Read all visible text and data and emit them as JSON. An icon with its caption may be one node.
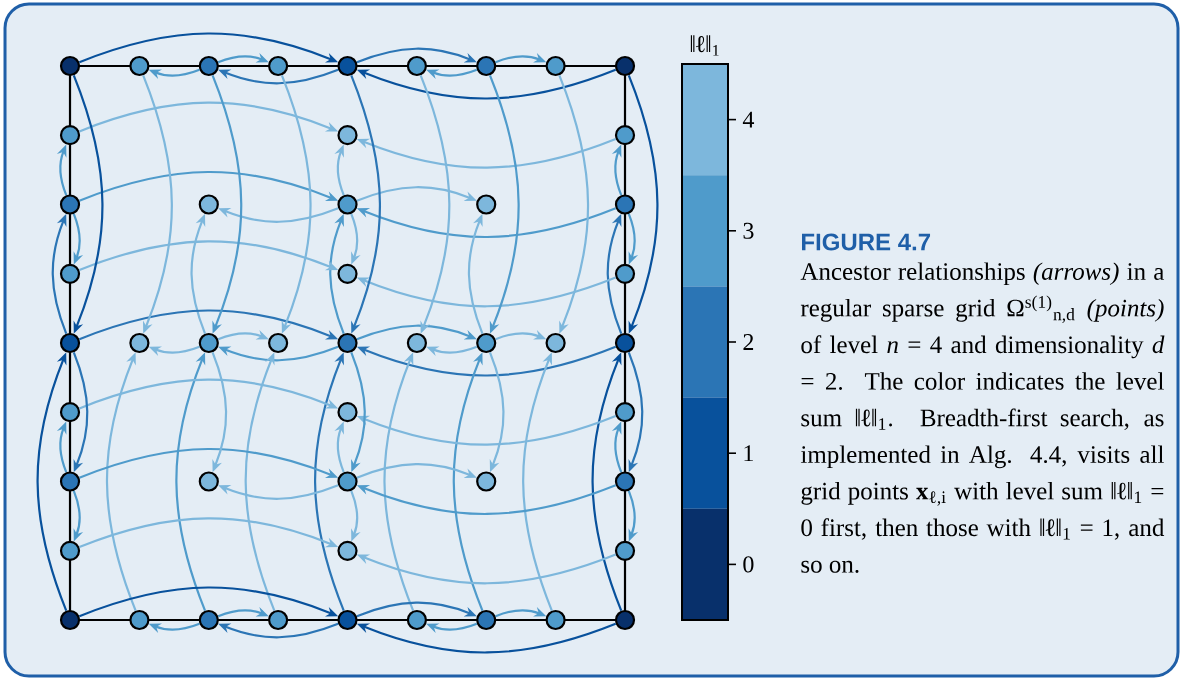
{
  "diagram": {
    "title": "FIGURE 4.7",
    "caption": "Ancestor relationships *(arrows)* in a regular sparse grid Ω$^{s(1)}$$_{n,d}$ *(points)* of level *n* = 4 and dimensionality *d* = 2. The color indicates the level sum ‖**ℓ**‖$_{1}$. Breadth-first search, as implemented in Alg. 4.4, visits all grid points **x**$_{ℓ,i}$ with level sum ‖**ℓ**‖$_{1}$ = 0 first, then those with ‖**ℓ**‖$_{1}$ = 1, and so on.",
    "nodes": [
      {
        "text": [],
        "shape": "circle"
      },
      {
        "text": [],
        "shape": "circle"
      },
      {
        "text": [],
        "shape": "circle"
      },
      {
        "text": [],
        "shape": "circle"
      },
      {
        "text": [],
        "shape": "circle"
      },
      {
        "text": [],
        "shape": "circle"
      },
      {
        "text": [],
        "shape": "circle"
      },
      {
        "text": [],
        "shape": "circle"
      },
      {
        "text": [],
        "shape": "circle"
      },
      {
        "text": [],
        "shape": "circle"
      },
      {
        "text": [],
        "shape": "circle"
      },
      {
        "text": [],
        "shape": "circle"
      },
      {
        "text": [],
        "shape": "circle"
      },
      {
        "text": [],
        "shape": "circle"
      },
      {
        "text": [],
        "shape": "circle"
      },
      {
        "text": [],
        "shape": "circle"
      },
      {
        "text": [],
        "shape": "circle"
      },
      {
        "text": [],
        "shape": "circle"
      },
      {
        "text": [],
        "shape": "circle"
      },
      {
        "text": [],
        "shape": "circle"
      },
      {
        "text": [],
        "shape": "circle"
      },
      {
        "text": [],
        "shape": "circle"
      },
      {
        "text": [],
        "shape": "circle"
      },
      {
        "text": [],
        "shape": "circle"
      },
      {
        "text": [],
        "shape": "circle"
      },
      {
        "text": [],
        "shape": "circle"
      },
      {
        "text": [],
        "shape": "circle"
      },
      {
        "text": [],
        "shape": "circle"
      },
      {
        "text": [],
        "shape": "circle"
      },
      {
        "text": [],
        "shape": "circle"
      },
      {
        "text": [],
        "shape": "circle"
      },
      {
        "text": [],
        "shape": "circle"
      },
      {
        "text": [],
        "shape": "circle"
      },
      {
        "text": [],
        "shape": "circle"
      },
      {
        "text": [],
        "shape": "circle"
      },
      {
        "text": [],
        "shape": "circle"
      },
      {
        "text": [],
        "shape": "circle"
      },
      {
        "text": [],
        "shape": "circle"
      },
      {
        "text": [],
        "shape": "circle"
      },
      {
        "text": [],
        "shape": "circle"
      },
      {
        "text": [],
        "shape": "circle"
      },
      {
        "text": [],
        "shape": "circle"
      },
      {
        "text": [],
        "shape": "circle"
      },
      {
        "text": [],
        "shape": "circle"
      },
      {
        "text": [],
        "shape": "circle"
      },
      {
        "text": [],
        "shape": "circle"
      },
      {
        "text": [],
        "shape": "circle"
      },
      {
        "text": [],
        "shape": "circle"
      },
      {
        "text": [],
        "shape": "circle"
      }
    ],
    "edges": [
      {
        "from": 2,
        "to": 1,
        "arrow": "to",
        "color": "#4f9bcb"
      },
      {
        "from": 4,
        "to": 2,
        "arrow": "to",
        "color": "#2b75b5"
      },
      {
        "from": 2,
        "to": 3,
        "arrow": "to",
        "color": "#4f9bcb"
      },
      {
        "from": 0,
        "to": 4,
        "arrow": "to",
        "color": "#08519c"
      },
      {
        "from": 8,
        "to": 4,
        "arrow": "to",
        "color": "#08519c"
      },
      {
        "from": 6,
        "to": 5,
        "arrow": "to",
        "color": "#4f9bcb"
      },
      {
        "from": 4,
        "to": 6,
        "arrow": "to",
        "color": "#2b75b5"
      },
      {
        "from": 6,
        "to": 7,
        "arrow": "to",
        "color": "#4f9bcb"
      },
      {
        "from": 9,
        "to": 10,
        "arrow": "to"
      },
      {
        "from": 11,
        "to": 10,
        "arrow": "to"
      },
      {
        "from": 12,
        "to": 9,
        "arrow": "to",
        "color": "#4f9bcb"
      },
      {
        "from": 14,
        "to": 10,
        "arrow": "to"
      },
      {
        "from": 16,
        "to": 11,
        "arrow": "to",
        "color": "#4f9bcb"
      },
      {
        "from": 14,
        "to": 13,
        "arrow": "to"
      },
      {
        "from": 12,
        "to": 14,
        "arrow": "to",
        "color": "#4f9bcb"
      },
      {
        "from": 16,
        "to": 14,
        "arrow": "to",
        "color": "#4f9bcb"
      },
      {
        "from": 14,
        "to": 15,
        "arrow": "to"
      },
      {
        "from": 20,
        "to": 12,
        "arrow": "to",
        "color": "#2b75b5"
      },
      {
        "from": 22,
        "to": 13,
        "arrow": "to"
      },
      {
        "from": 24,
        "to": 14,
        "arrow": "to",
        "color": "#4f9bcb"
      },
      {
        "from": 26,
        "to": 15,
        "arrow": "to"
      },
      {
        "from": 28,
        "to": 16,
        "arrow": "to",
        "color": "#2b75b5"
      },
      {
        "from": 17,
        "to": 18,
        "arrow": "to"
      },
      {
        "from": 19,
        "to": 18,
        "arrow": "to"
      },
      {
        "from": 12,
        "to": 17,
        "arrow": "to",
        "color": "#4f9bcb"
      },
      {
        "from": 14,
        "to": 18,
        "arrow": "to"
      },
      {
        "from": 16,
        "to": 19,
        "arrow": "to",
        "color": "#4f9bcb"
      },
      {
        "from": 22,
        "to": 21,
        "arrow": "to"
      },
      {
        "from": 24,
        "to": 22,
        "arrow": "to",
        "color": "#4f9bcb"
      },
      {
        "from": 22,
        "to": 23,
        "arrow": "to"
      },
      {
        "from": 20,
        "to": 24,
        "arrow": "to",
        "color": "#2b75b5"
      },
      {
        "from": 28,
        "to": 24,
        "arrow": "to",
        "color": "#2b75b5"
      },
      {
        "from": 26,
        "to": 25,
        "arrow": "to"
      },
      {
        "from": 24,
        "to": 26,
        "arrow": "to",
        "color": "#4f9bcb"
      },
      {
        "from": 26,
        "to": 27,
        "arrow": "to"
      },
      {
        "from": 0,
        "to": 20,
        "arrow": "to",
        "color": "#08519c"
      },
      {
        "from": 40,
        "to": 20,
        "arrow": "to",
        "color": "#08519c"
      },
      {
        "from": 1,
        "to": 21,
        "arrow": "to"
      },
      {
        "from": 41,
        "to": 21,
        "arrow": "to"
      },
      {
        "from": 2,
        "to": 22,
        "arrow": "to",
        "color": "#4f9bcb"
      },
      {
        "from": 42,
        "to": 22,
        "arrow": "to",
        "color": "#4f9bcb"
      },
      {
        "from": 3,
        "to": 23,
        "arrow": "to"
      },
      {
        "from": 43,
        "to": 23,
        "arrow": "to"
      },
      {
        "from": 4,
        "to": 24,
        "arrow": "to",
        "color": "#2b75b5"
      },
      {
        "from": 44,
        "to": 24,
        "arrow": "to",
        "color": "#2b75b5"
      },
      {
        "from": 5,
        "to": 25,
        "arrow": "to"
      },
      {
        "from": 45,
        "to": 25,
        "arrow": "to"
      },
      {
        "from": 6,
        "to": 26,
        "arrow": "to",
        "color": "#4f9bcb"
      },
      {
        "from": 46,
        "to": 26,
        "arrow": "to",
        "color": "#4f9bcb"
      },
      {
        "from": 7,
        "to": 27,
        "arrow": "to"
      },
      {
        "from": 47,
        "to": 27,
        "arrow": "to"
      },
      {
        "from": 8,
        "to": 28,
        "arrow": "to",
        "color": "#08519c"
      },
      {
        "from": 48,
        "to": 28,
        "arrow": "to",
        "color": "#08519c"
      },
      {
        "from": 29,
        "to": 30,
        "arrow": "to"
      },
      {
        "from": 31,
        "to": 30,
        "arrow": "to"
      },
      {
        "from": 32,
        "to": 29,
        "arrow": "to",
        "color": "#4f9bcb"
      },
      {
        "from": 34,
        "to": 30,
        "arrow": "to"
      },
      {
        "from": 36,
        "to": 31,
        "arrow": "to",
        "color": "#4f9bcb"
      },
      {
        "from": 34,
        "to": 33,
        "arrow": "to"
      },
      {
        "from": 32,
        "to": 34,
        "arrow": "to",
        "color": "#4f9bcb"
      },
      {
        "from": 36,
        "to": 34,
        "arrow": "to",
        "color": "#4f9bcb"
      },
      {
        "from": 34,
        "to": 35,
        "arrow": "to"
      },
      {
        "from": 20,
        "to": 32,
        "arrow": "to",
        "color": "#2b75b5"
      },
      {
        "from": 22,
        "to": 33,
        "arrow": "to"
      },
      {
        "from": 24,
        "to": 34,
        "arrow": "to",
        "color": "#4f9bcb"
      },
      {
        "from": 26,
        "to": 35,
        "arrow": "to"
      },
      {
        "from": 28,
        "to": 36,
        "arrow": "to",
        "color": "#2b75b5"
      },
      {
        "from": 37,
        "to": 38,
        "arrow": "to"
      },
      {
        "from": 39,
        "to": 38,
        "arrow": "to"
      },
      {
        "from": 32,
        "to": 37,
        "arrow": "to",
        "color": "#4f9bcb"
      },
      {
        "from": 34,
        "to": 38,
        "arrow": "to"
      },
      {
        "from": 36,
        "to": 39,
        "arrow": "to",
        "color": "#4f9bcb"
      },
      {
        "from": 42,
        "to": 41,
        "arrow": "to",
        "color": "#4f9bcb"
      },
      {
        "from": 44,
        "to": 42,
        "arrow": "to",
        "color": "#2b75b5"
      },
      {
        "from": 42,
        "to": 43,
        "arrow": "to",
        "color": "#4f9bcb"
      },
      {
        "from": 40,
        "to": 44,
        "arrow": "to",
        "color": "#08519c"
      },
      {
        "from": 48,
        "to": 44,
        "arrow": "to",
        "color": "#08519c"
      },
      {
        "from": 46,
        "to": 45,
        "arrow": "to",
        "color": "#4f9bcb"
      },
      {
        "from": 44,
        "to": 46,
        "arrow": "to",
        "color": "#2b75b5"
      },
      {
        "from": 46,
        "to": 47,
        "arrow": "to",
        "color": "#4f9bcb"
      }
    ],
    "labels": [
      "‖**ℓ**‖$_{1}$"
    ],
    "legend": [
      {
        "text": "4",
        "color": "#7db7dc"
      },
      {
        "text": "3",
        "color": "#4f9bcb"
      },
      {
        "text": "2",
        "color": "#2b75b5"
      },
      {
        "text": "1",
        "color": "#08519c"
      },
      {
        "text": "0",
        "color": "#08306b"
      }
    ]
  }
}
